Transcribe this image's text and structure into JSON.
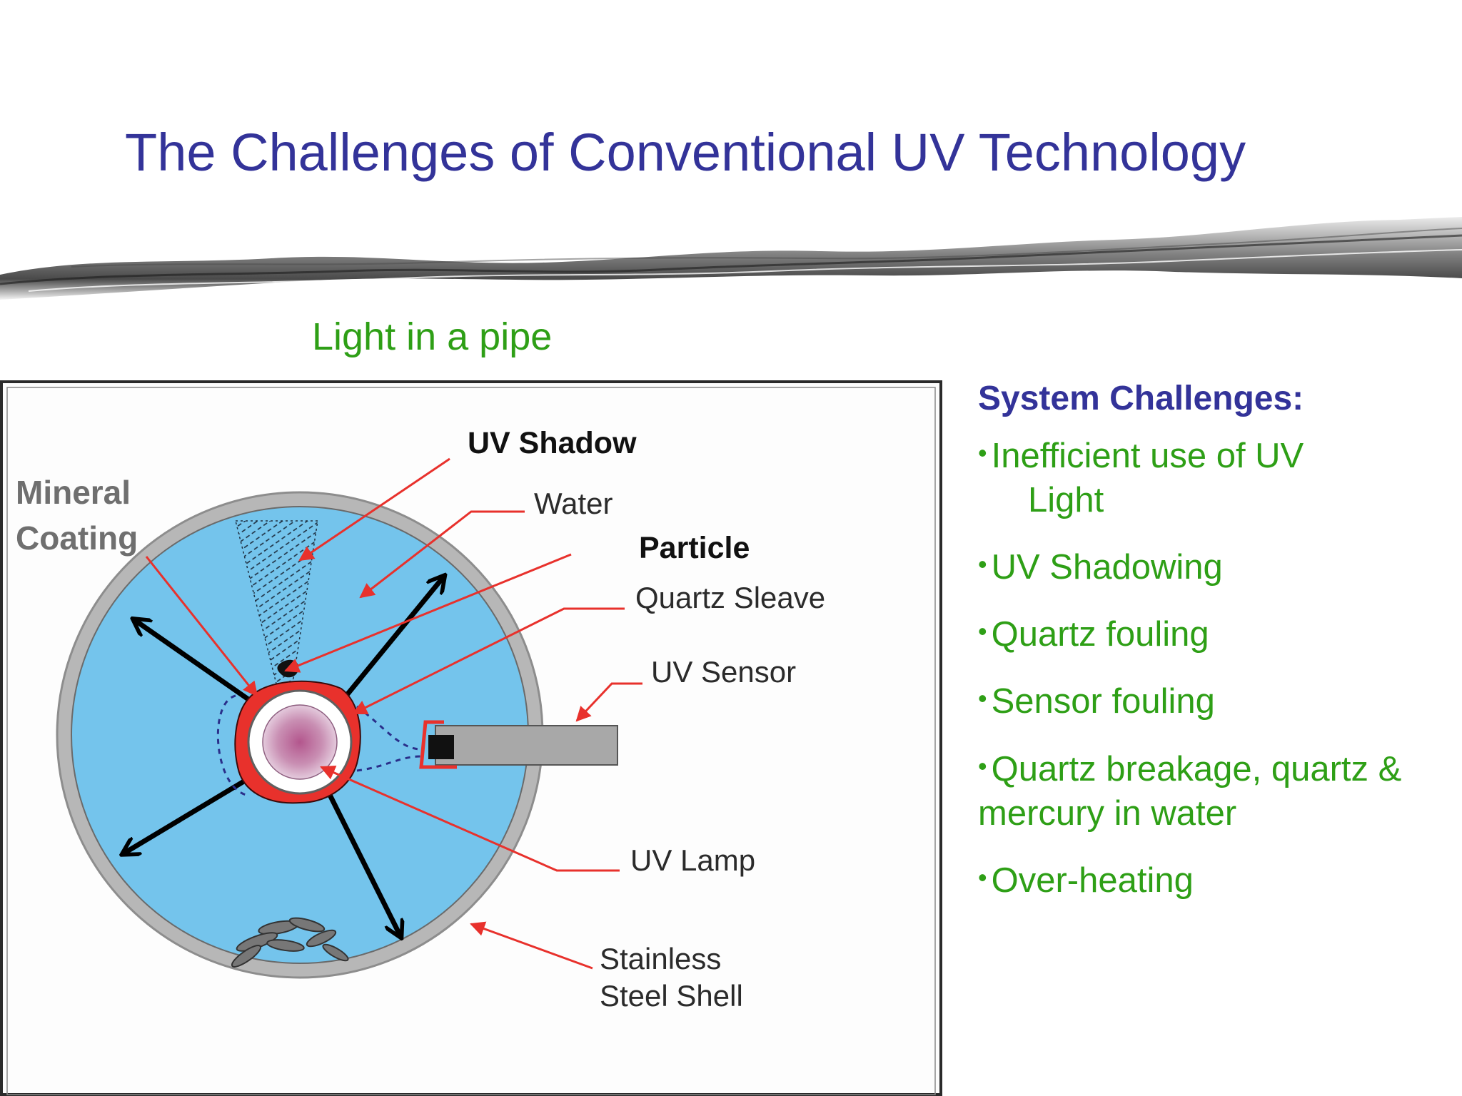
{
  "slide": {
    "title": "The Challenges of Conventional UV Technology",
    "subtitle": "Light in a pipe"
  },
  "diagram": {
    "labels": {
      "uv_shadow": "UV Shadow",
      "mineral_coating_line1": "Mineral",
      "mineral_coating_line2": "Coating",
      "water": "Water",
      "particle": "Particle",
      "quartz_sleave": "Quartz Sleave",
      "uv_sensor": "UV Sensor",
      "uv_lamp": "UV Lamp",
      "stainless_line1": "Stainless",
      "stainless_line2": "Steel Shell"
    }
  },
  "challenges": {
    "heading": "System Challenges:",
    "items": [
      {
        "line1": "Inefficient use of UV",
        "line2": "Light"
      },
      {
        "line1": "UV Shadowing",
        "line2": ""
      },
      {
        "line1": "Quartz fouling",
        "line2": ""
      },
      {
        "line1": "Sensor fouling",
        "line2": ""
      },
      {
        "line1": "Quartz breakage, quartz &",
        "line2": "mercury in water"
      },
      {
        "line1": "Over-heating",
        "line2": ""
      }
    ]
  },
  "colors": {
    "title": "#333399",
    "green_text": "#2e9f16",
    "water": "#74c4ec",
    "steel": "#b7b7b7",
    "arrow_red": "#e8312c",
    "lamp_core": "#b3568d"
  }
}
